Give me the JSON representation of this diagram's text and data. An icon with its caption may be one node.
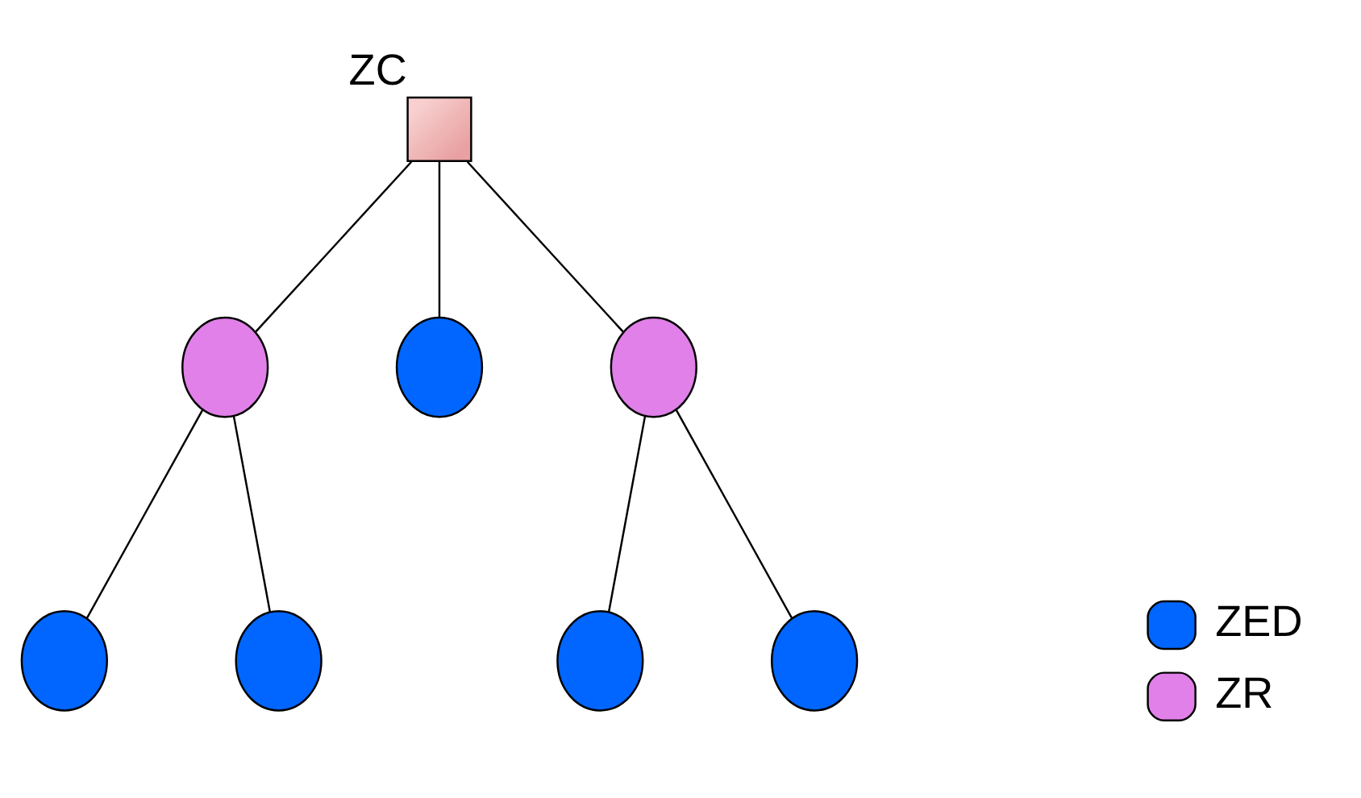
{
  "diagram": {
    "nodes": [
      {
        "text": [
          "ZC"
        ]
      },
      {
        "text": [],
        "shape": "circle"
      },
      {
        "text": [],
        "shape": "circle"
      },
      {
        "text": [],
        "shape": "circle"
      },
      {
        "text": [],
        "shape": "circle"
      },
      {
        "text": [],
        "shape": "circle"
      },
      {
        "text": [],
        "shape": "circle"
      },
      {
        "text": [],
        "shape": "circle"
      }
    ],
    "edges": [
      {
        "from": 0,
        "to": 1,
        "arrow": "none"
      },
      {
        "from": 0,
        "to": 2,
        "arrow": "none"
      },
      {
        "from": 0,
        "to": 3,
        "arrow": "none"
      },
      {
        "from": 1,
        "to": 4,
        "arrow": "none"
      },
      {
        "from": 1,
        "to": 5,
        "arrow": "none"
      },
      {
        "from": 3,
        "to": 6,
        "arrow": "none"
      },
      {
        "from": 3,
        "to": 7,
        "arrow": "none"
      }
    ],
    "legend": [
      {
        "text": "ZED",
        "color": "#0066ff"
      },
      {
        "text": "ZR",
        "color": "#e080e8"
      }
    ]
  }
}
